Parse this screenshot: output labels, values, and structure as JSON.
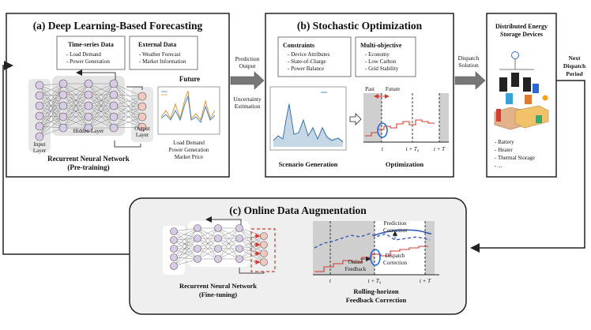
{
  "panel_a": {
    "title": "(a) Deep Learning-Based Forecasting",
    "timeseries": {
      "title": "Time-series Data",
      "items": [
        "- Load Demand",
        "- Power Generation"
      ]
    },
    "external": {
      "title": "External Data",
      "items": [
        "- Weather Forecast",
        "- Market Information"
      ]
    },
    "input_layer": [
      "Input",
      "Layer"
    ],
    "hidden_layer": "Hidden Layer",
    "output_layer": [
      "Output",
      "Layer"
    ],
    "future": "Future",
    "future_items": [
      "Load Demand",
      "Power Generation",
      "Market Price"
    ],
    "network_title": "Recurrent Neural Network",
    "network_sub": "(Pre-training)"
  },
  "arrow_ab": {
    "top": [
      "Prediction",
      "Output"
    ],
    "bottom": [
      "Uncertainty",
      "Estimation"
    ]
  },
  "panel_b": {
    "title": "(b) Stochastic Optimization",
    "constraints": {
      "title": "Constraints",
      "items": [
        "- Device Attributes",
        "- State-of-Charge",
        "- Power Balance"
      ]
    },
    "multi": {
      "title": "Multi-objective",
      "items": [
        "- Economy",
        "- Low Carbon",
        "- Grid Stability"
      ]
    },
    "scenario_label": "Scenario Generation",
    "optimization_label": "Optimization",
    "past": "Past",
    "future": "Future",
    "t": "t",
    "t_t0": "t + T₀",
    "t_T": "t + T"
  },
  "arrow_bc": [
    "Dispatch",
    "Solution"
  ],
  "panel_devices": {
    "title": [
      "Distributed Energy",
      "Storage Devices"
    ],
    "items": [
      "- Battery",
      "- Heater",
      "- Thermal Storage",
      "- ..."
    ]
  },
  "next_dispatch": [
    "Next",
    "Dispatch",
    "Period"
  ],
  "panel_c": {
    "title": "(c) Online Data Augmentation",
    "network_title": "Recurrent Neural Network",
    "network_sub": "(Fine-tuning)",
    "prediction_correction": [
      "Prediction",
      "Correction"
    ],
    "online_feedback": [
      "Online",
      "Feedback"
    ],
    "dispatch_correction": [
      "Dispatch",
      "Correction"
    ],
    "t": "t",
    "t_t0": "t + T₀",
    "t_T": "t + T",
    "rolling_title": "Rolling-horizon",
    "rolling_sub": "Feedback Correction"
  },
  "colors": {
    "node_fill": "#d9cbe6",
    "output_node_fill": "#f2c9c0",
    "panel_c_bg": "#efefef",
    "arrow_gray": "#777777",
    "step_red": "#d23b2f",
    "dash_blue": "#2b55b5",
    "accent_blue": "#2a6ad8"
  }
}
